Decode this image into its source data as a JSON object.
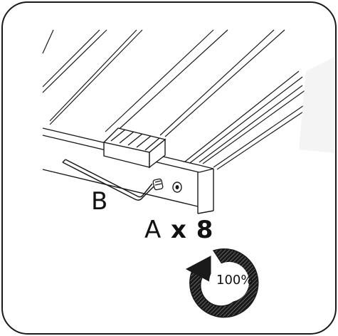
{
  "frame": {
    "border_color": "#1a1a1a",
    "background": "#ffffff"
  },
  "labels": {
    "part_b": "B",
    "part_a": "A",
    "quantity": "x 8",
    "torque": "100%"
  },
  "icons": {
    "hex_key": "allen-key-icon",
    "bolt": "bolt-icon",
    "rotation": "clockwise-rotation-arrow-icon"
  },
  "colors": {
    "line": "#1a1a1a",
    "arrow_fill": "#1a1a1a"
  }
}
